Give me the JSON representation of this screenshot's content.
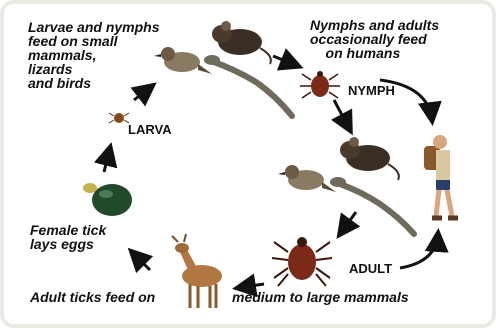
{
  "labels": {
    "top_left": "Larvae and nymphs\nfeed on small\nmammals,\nlizards\nand birds",
    "top_right": "Nymphs and adults\noccasionally feed\n    on humans",
    "female": "Female tick\nlays eggs",
    "bottom_left": "Adult ticks feed on",
    "bottom_right": "medium to large mammals"
  },
  "stages": {
    "nymph": "NYMPH",
    "larva": "LARVA",
    "adult": "ADULT"
  },
  "icons": [
    "mouse-icon",
    "bird-icon",
    "lizard-icon",
    "tick-icon",
    "hiker-icon",
    "deer-icon",
    "egg-mass-icon",
    "arrow-icon"
  ],
  "colors": {
    "frame": "#e6ebe4",
    "arrow": "#111111",
    "tick_body": "#7a2a16",
    "egg_mass": "#1f4a2c"
  }
}
